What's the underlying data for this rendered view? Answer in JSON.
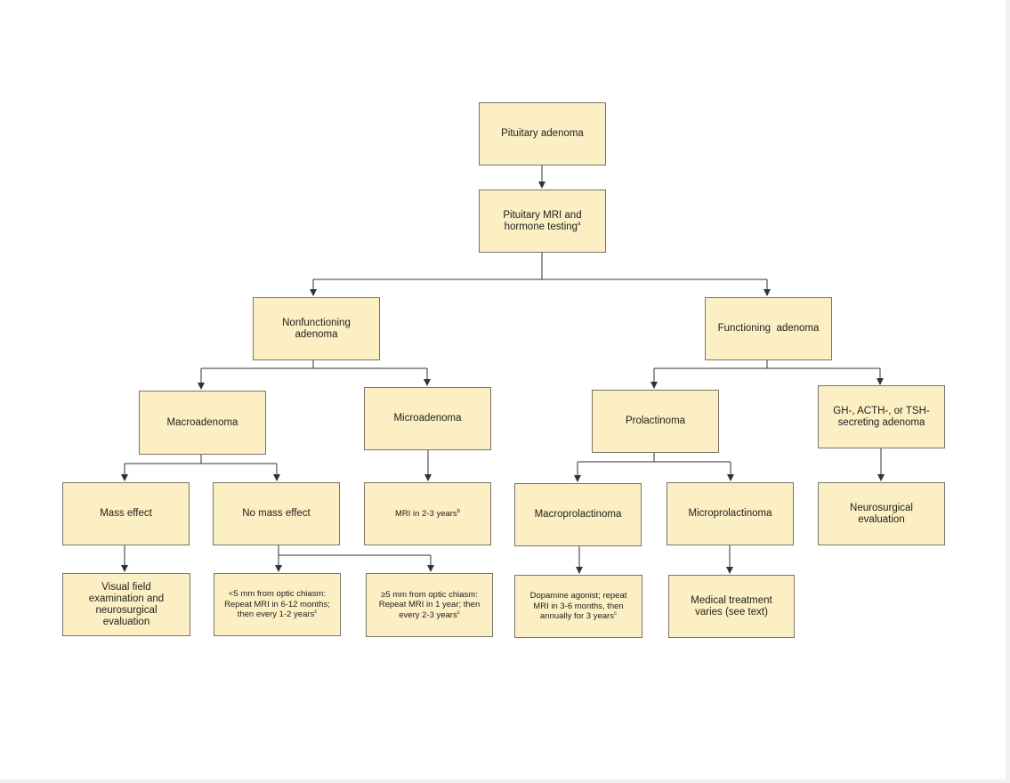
{
  "colors": {
    "box_fill": "#fcefc3",
    "box_border": "#7a7468",
    "arrow": "#333333"
  },
  "nodes": {
    "pituitary_adenoma": {
      "text": "Pituitary adenoma"
    },
    "mri_testing": {
      "text": "Pituitary MRI and hormone testing",
      "note": "a"
    },
    "nonfunctioning": {
      "text": "Nonfunctioning adenoma"
    },
    "functioning": {
      "text": "Functioning  adenoma"
    },
    "macroadenoma": {
      "text": "Macroadenoma"
    },
    "microadenoma": {
      "text": "Microadenoma"
    },
    "prolactinoma": {
      "text": "Prolactinoma"
    },
    "gh_acth_tsh": {
      "text": "GH-, ACTH-, or TSH-secreting adenoma"
    },
    "mass_effect": {
      "text": "Mass effect"
    },
    "no_mass_effect": {
      "text": "No mass effect"
    },
    "mri_2_3": {
      "text": "MRI in 2-3 years",
      "note": "b"
    },
    "macroprolactinoma": {
      "text": "Macroprolactinoma"
    },
    "microprolactinoma": {
      "text": "Microprolactinoma"
    },
    "neurosurgical_eval": {
      "text": "Neurosurgical evaluation"
    },
    "visual_field": {
      "text": "Visual field examination and neurosurgical evaluation"
    },
    "lt5mm": {
      "text": "<5 mm from optic chiasm: Repeat MRI in 6-12 months; then every 1-2 years",
      "note": "c"
    },
    "ge5mm": {
      "text": "≥5 mm from optic chiasm: Repeat MRI in 1 year; then every 2-3 years",
      "note": "c"
    },
    "dopamine": {
      "text": "Dopamine agonist; repeat MRI in 3-6 months, then annually for 3 years",
      "note": "c"
    },
    "medical_treatment": {
      "text": "Medical treatment varies (see text)"
    }
  }
}
